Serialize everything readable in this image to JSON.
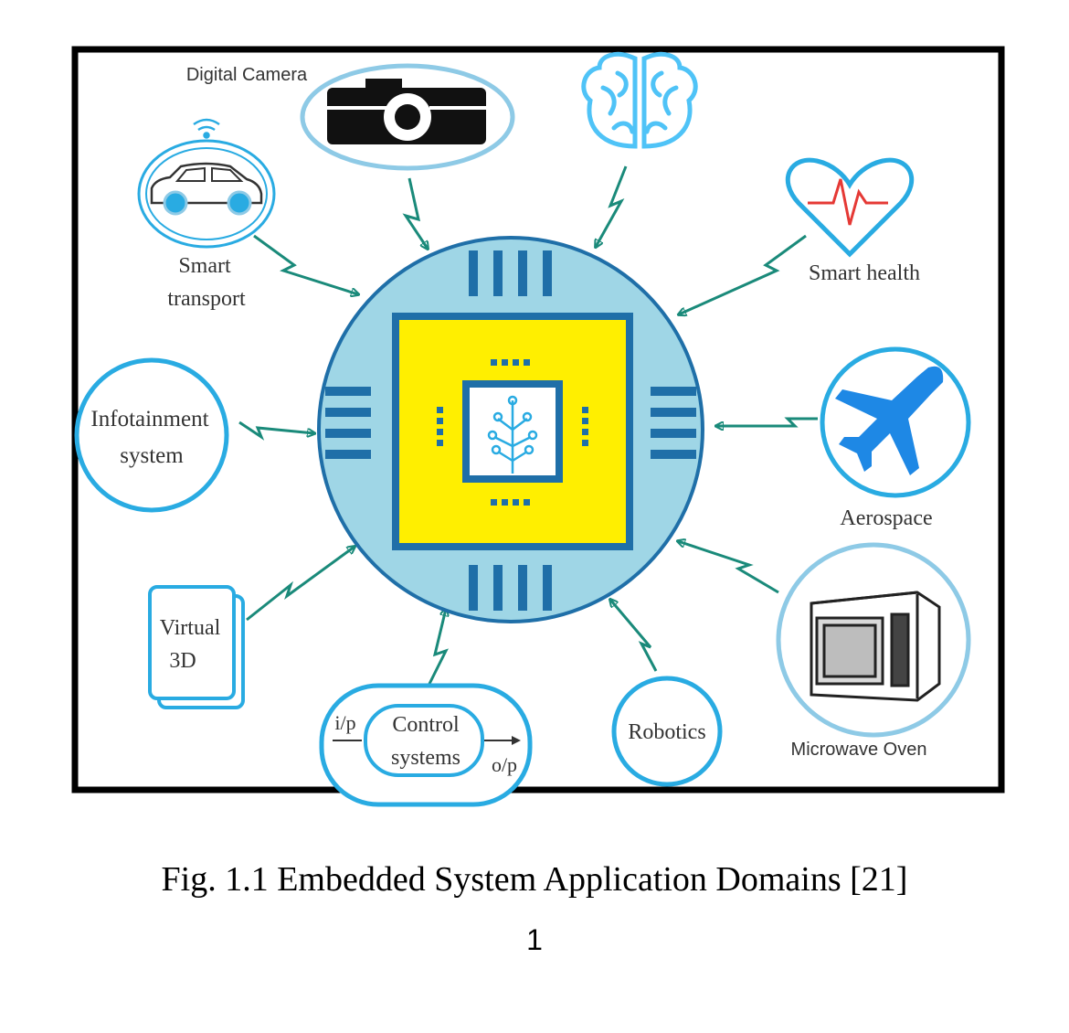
{
  "colors": {
    "frame": "#000000",
    "accent_blue": "#29abe2",
    "light_blue": "#8ecae6",
    "chip_circle": "#9fd6e6",
    "chip_yellow": "#ffef00",
    "chip_dark": "#1f6fa8",
    "arrow_teal": "#1a8a7a",
    "heart_red": "#e53935",
    "plane_blue": "#1e88e5"
  },
  "labels": {
    "digital_camera": "Digital Camera",
    "smart_transport_line1": "Smart",
    "smart_transport_line2": "transport",
    "smart_health": "Smart health",
    "infotainment_line1": "Infotainment",
    "infotainment_line2": "system",
    "aerospace": "Aerospace",
    "virtual_line1": "Virtual",
    "virtual_line2": "3D",
    "control_input": "i/p",
    "control_line1": "Control",
    "control_line2": "systems",
    "control_output": "o/p",
    "robotics": "Robotics",
    "microwave_oven": "Microwave Oven"
  },
  "icons": {
    "camera": "camera-icon",
    "brain": "brain-icon",
    "heart": "heart-pulse-icon",
    "car": "car-icon",
    "wifi": "wifi-icon",
    "plane": "airplane-icon",
    "microwave": "microwave-icon",
    "chip": "chip-icon"
  },
  "caption": "Fig. 1.1 Embedded System Application Domains [21]",
  "page_number": "1"
}
